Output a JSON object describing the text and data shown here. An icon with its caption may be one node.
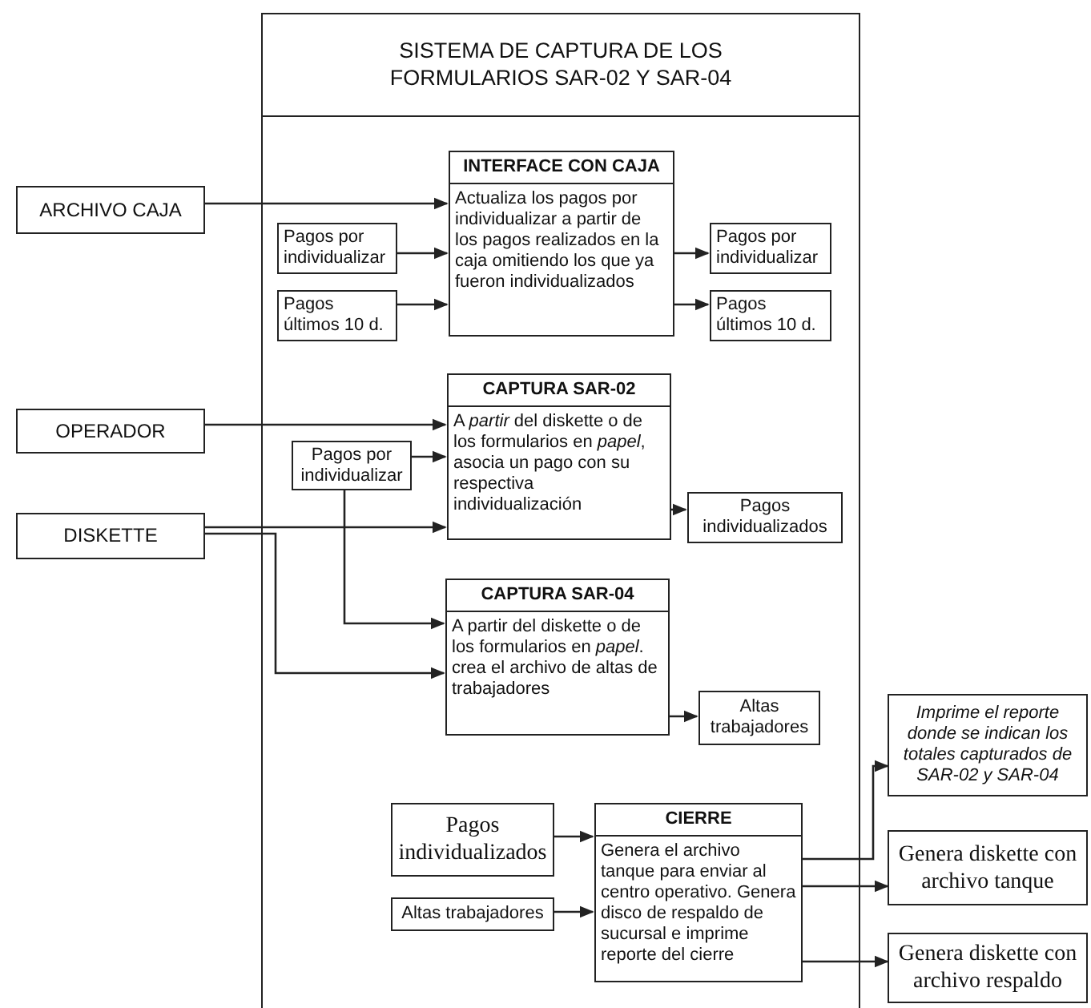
{
  "diagram": {
    "nodes": [
      {
        "text": [
          "SISTEMA DE CAPTURA DE LOS FORMULARIOS SAR-02 Y SAR-04"
        ]
      },
      {
        "text": [
          "ARCHIVO CAJA"
        ]
      },
      {
        "text": [
          "Pagos por individualizar"
        ],
        "in": 0
      },
      {
        "text": [
          "Pagos últimos 10 d."
        ],
        "in": 0
      },
      {
        "text": [
          "INTERFACE CON CAJA",
          "Actualiza los pagos por individualizar a partir de los pagos realizados en la caja omitiendo los que ya fueron individualizados"
        ],
        "in": 0
      },
      {
        "text": [
          "Pagos por individualizar"
        ],
        "in": 0
      },
      {
        "text": [
          "Pagos últimos 10 d."
        ],
        "in": 0
      },
      {
        "text": [
          "OPERADOR"
        ]
      },
      {
        "text": [
          "DISKETTE"
        ]
      },
      {
        "text": [
          "Pagos por individualizar"
        ],
        "in": 0
      },
      {
        "text": [
          "CAPTURA SAR-02",
          "A *partir* del diskette o de los formularios en *papel*, asocia un pago con su respectiva individualización"
        ],
        "in": 0
      },
      {
        "text": [
          "Pagos individualizados"
        ],
        "in": 0
      },
      {
        "text": [
          "CAPTURA SAR-04",
          "A partir del diskette o de los formularios en *papel*. crea el archivo de altas de trabajadores"
        ],
        "in": 0
      },
      {
        "text": [
          "Altas trabajadores"
        ],
        "in": 0
      },
      {
        "text": [
          "Pagos individualizados"
        ],
        "in": 0
      },
      {
        "text": [
          "CIERRE",
          "Genera el archivo tanque para enviar al centro operativo. Genera disco de respaldo de sucursal e imprime reporte del cierre"
        ],
        "in": 0
      },
      {
        "text": [
          "Altas trabajadores"
        ],
        "in": 0
      },
      {
        "text": [
          "Imprime el reporte donde se indican los totales capturados de SAR-02 y SAR-04"
        ]
      },
      {
        "text": [
          "Genera diskette con archivo tanque"
        ]
      },
      {
        "text": [
          "Genera diskette con archivo respaldo"
        ]
      }
    ],
    "edges": [
      {
        "from": 1,
        "to": 4,
        "arrow": "to"
      },
      {
        "from": 2,
        "to": 4,
        "arrow": "to"
      },
      {
        "from": 3,
        "to": 4,
        "arrow": "to"
      },
      {
        "from": 4,
        "to": 5,
        "arrow": "to"
      },
      {
        "from": 4,
        "to": 6,
        "arrow": "to"
      },
      {
        "from": 7,
        "to": 10,
        "arrow": "to"
      },
      {
        "from": 9,
        "to": 10,
        "arrow": "to"
      },
      {
        "from": 8,
        "to": 10,
        "arrow": "to"
      },
      {
        "from": 9,
        "to": 12,
        "arrow": "to"
      },
      {
        "from": 8,
        "to": 12,
        "arrow": "to"
      },
      {
        "from": 10,
        "to": 11,
        "arrow": "to"
      },
      {
        "from": 12,
        "to": 13,
        "arrow": "to"
      },
      {
        "from": 14,
        "to": 15,
        "arrow": "to"
      },
      {
        "from": 16,
        "to": 15,
        "arrow": "to"
      },
      {
        "from": 15,
        "to": 17,
        "arrow": "to"
      },
      {
        "from": 15,
        "to": 18,
        "arrow": "to"
      },
      {
        "from": 15,
        "to": 19,
        "arrow": "to"
      }
    ]
  }
}
